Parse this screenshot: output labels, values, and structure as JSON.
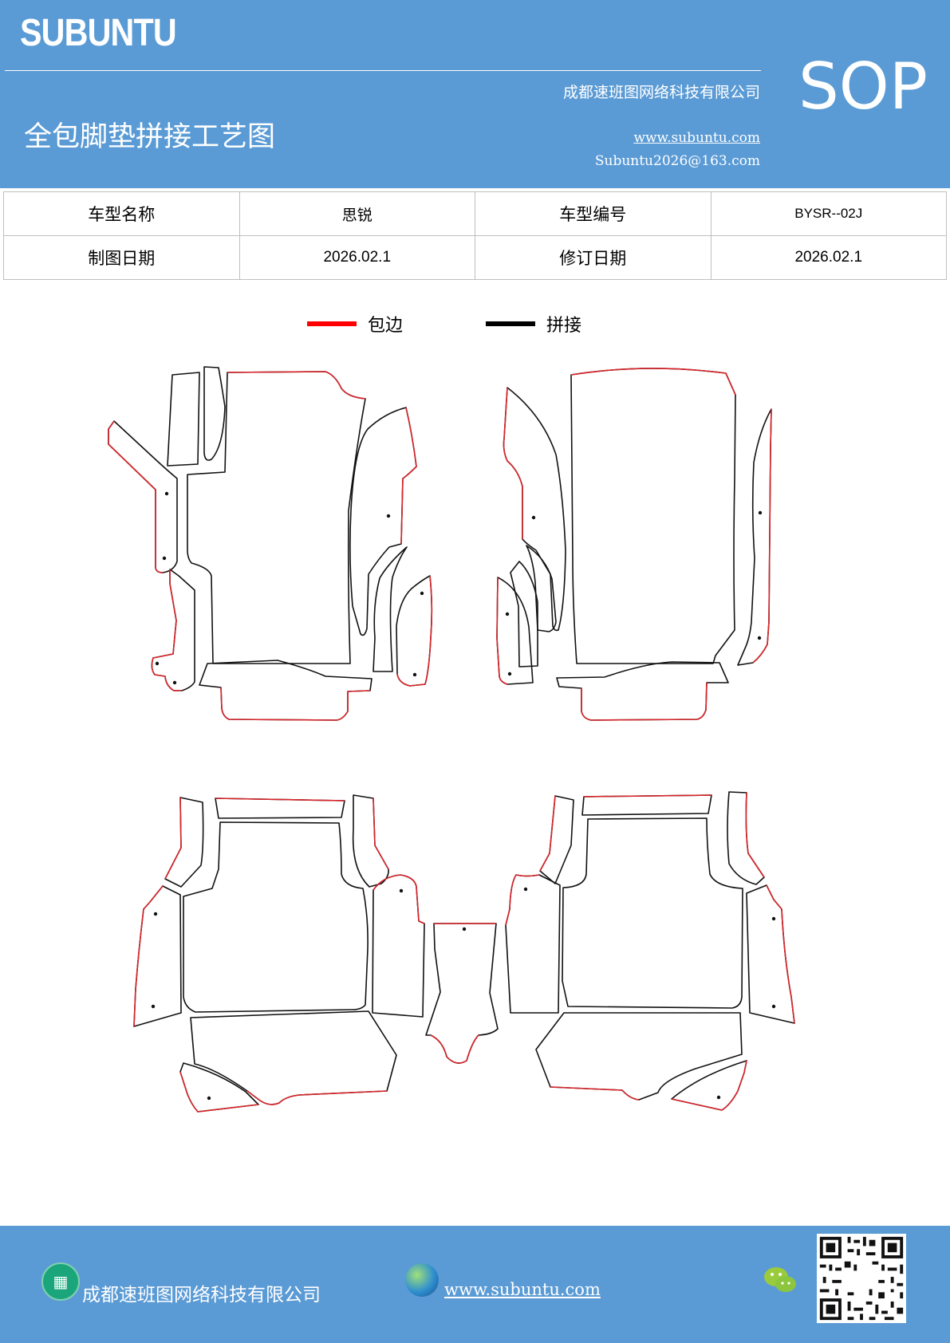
{
  "header": {
    "brand": "SUBUNTU",
    "company": "成都速班图网络科技有限公司",
    "title": "全包脚垫拼接工艺图",
    "website": "www.subuntu.com",
    "email": "Subuntu2026@163.com",
    "badge": "SOP"
  },
  "info_table": {
    "rows": [
      {
        "label1": "车型名称",
        "value1": "思锐",
        "label2": "车型编号",
        "value2": "BYSR--02J"
      },
      {
        "label1": "制图日期",
        "value1": "2026.02.1",
        "label2": "修订日期",
        "value2": "2026.02.1"
      }
    ]
  },
  "legend": {
    "items": [
      {
        "label": "包边",
        "color": "#ff0000"
      },
      {
        "label": "拼接",
        "color": "#000000"
      }
    ]
  },
  "footer": {
    "company": "成都速班图网络科技有限公司",
    "website": "www.subuntu.com"
  },
  "colors": {
    "brand_blue": "#5b9bd5",
    "edge_red": "#d9262b",
    "seam_black": "#111111"
  }
}
